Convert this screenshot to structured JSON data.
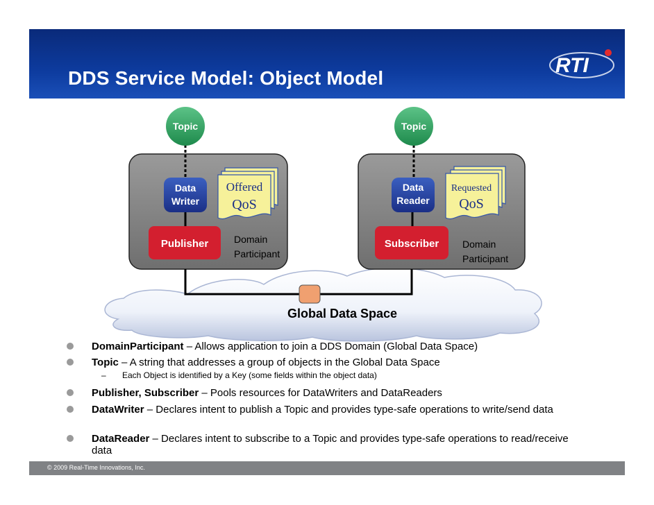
{
  "slide": {
    "title": "DDS Service Model: Object Model",
    "logo_text": "RTI",
    "footer": "© 2009 Real-Time Innovations, Inc."
  },
  "diagram": {
    "publisher_side": {
      "topic": "Topic",
      "writer_line1": "Data",
      "writer_line2": "Writer",
      "qos_line1": "Offered",
      "qos_line2": "QoS",
      "entity": "Publisher",
      "participant_line1": "Domain",
      "participant_line2": "Participant"
    },
    "subscriber_side": {
      "topic": "Topic",
      "reader_line1": "Data",
      "reader_line2": "Reader",
      "qos_line1": "Requested",
      "qos_line2": "QoS",
      "entity": "Subscriber",
      "participant_line1": "Domain",
      "participant_line2": "Participant"
    },
    "cloud_label": "Global Data Space"
  },
  "bullets": [
    {
      "term": "DomainParticipant",
      "text": " – Allows application to join a DDS Domain (Global Data Space)"
    },
    {
      "term": "Topic",
      "text": " – A string that addresses a group of objects in the Global Data Space"
    },
    {
      "term": "Publisher, Subscriber",
      "text": " – Pools resources for DataWriters and DataReaders"
    },
    {
      "term": "DataWriter",
      "text": " – Declares intent to publish a Topic and provides type-safe operations to write/send data"
    },
    {
      "term": "DataReader",
      "text": " – Declares intent to subscribe to a Topic and provides type-safe operations to read/receive data"
    }
  ],
  "sub_bullet": {
    "dash": "–",
    "text": "Each Object is identified by a Key (some fields within the object data)"
  },
  "colors": {
    "header": "#0d3b9e",
    "topic_green": "#2e9e5e",
    "writer_blue": "#1f3fa0",
    "entity_red": "#d31f2f",
    "qos_yellow": "#f6f19a",
    "qos_border": "#3355aa",
    "panel_gray": "#8f8f8f",
    "connector_orange": "#f0a070"
  }
}
